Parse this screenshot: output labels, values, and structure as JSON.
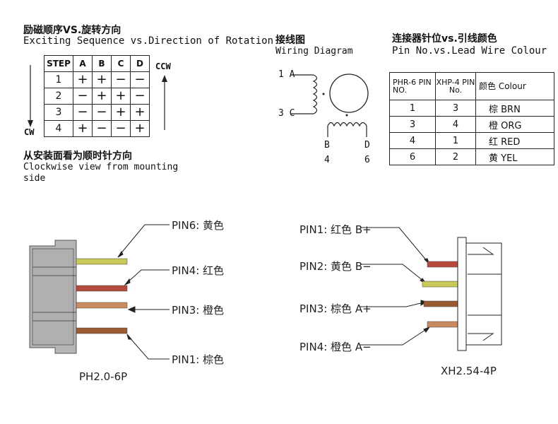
{
  "sequence": {
    "title_cn": "励磁顺序VS.旋转方向",
    "title_en": "Exciting Sequence vs.Direction of Rotation",
    "headers": [
      "STEP",
      "A",
      "B",
      "C",
      "D"
    ],
    "rows": [
      [
        "1",
        "+",
        "+",
        "−",
        "−"
      ],
      [
        "2",
        "−",
        "+",
        "+",
        "−"
      ],
      [
        "3",
        "−",
        "−",
        "+",
        "+"
      ],
      [
        "4",
        "+",
        "−",
        "−",
        "+"
      ]
    ],
    "ccw_label": "CCW",
    "cw_label": "CW",
    "note_cn": "从安装面看为顺时针方向",
    "note_en_line1": "Clockwise view from mounting",
    "note_en_line2": "side"
  },
  "wiring": {
    "title_cn": "接线图",
    "title_en": "Wiring Diagram",
    "label_1a": "1 A",
    "label_3c": "3 C",
    "label_b": "B",
    "label_d": "D",
    "label_4": "4",
    "label_6": "6"
  },
  "pin_table": {
    "title_cn": "连接器针位vs.引线颜色",
    "title_en": "Pin No.vs.Lead Wire Colour",
    "headers": [
      "PHR-6 PIN NO.",
      "XHP-4 PIN No.",
      "颜色 Colour"
    ],
    "rows": [
      [
        "1",
        "3",
        "棕 BRN"
      ],
      [
        "3",
        "4",
        "橙 ORG"
      ],
      [
        "4",
        "1",
        "红 RED"
      ],
      [
        "6",
        "2",
        "黄 YEL"
      ]
    ]
  },
  "ph_connector": {
    "name": "PH2.0-6P",
    "pins": [
      "PIN6: 黄色",
      "PIN4: 红色",
      "PIN3: 橙色",
      "PIN1: 棕色"
    ]
  },
  "xh_connector": {
    "name": "XH2.54-4P",
    "pins": [
      "PIN1: 红色 B+",
      "PIN2: 黄色 B−",
      "PIN3: 棕色 A+",
      "PIN4: 橙色 A−"
    ]
  },
  "colors": {
    "yellow": "#c9c85a",
    "red": "#b54a3c",
    "orange": "#c98a5e",
    "brown": "#9a5a32",
    "connector_gray": "#b5b5b5"
  }
}
